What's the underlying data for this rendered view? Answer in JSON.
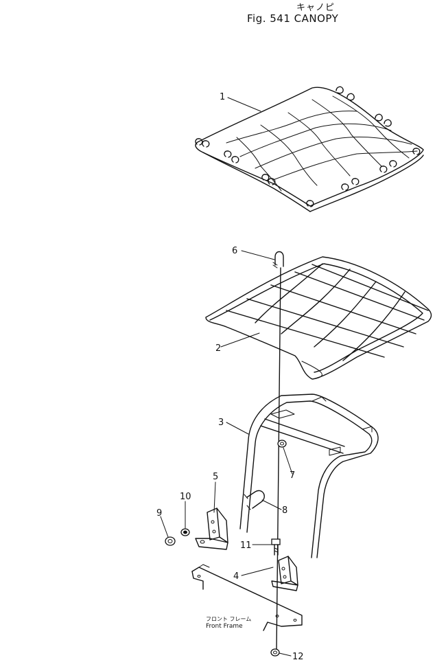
{
  "title": {
    "jp": "キャノピ",
    "en": "Fig. 541  CANOPY"
  },
  "callouts": [
    "1",
    "2",
    "3",
    "4",
    "5",
    "6",
    "7",
    "8",
    "9",
    "10",
    "11",
    "12"
  ],
  "frame_label": {
    "jp": "フロント フレーム",
    "en": "Front Frame"
  }
}
